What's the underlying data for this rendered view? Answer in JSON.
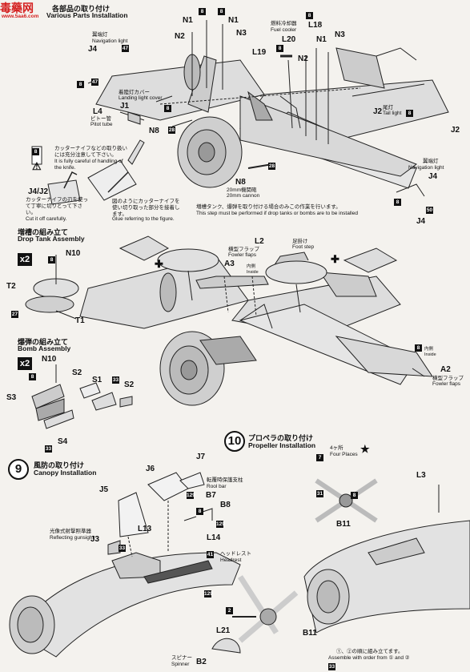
{
  "watermark": {
    "title": "毒藥网",
    "sub": "www.5aa6.com"
  },
  "section8": {
    "title_jp": "各部品の取り付け",
    "title_en": "Various Parts Installation"
  },
  "section9": {
    "number": "9",
    "title_jp": "風防の取り付け",
    "title_en": "Canopy Installation"
  },
  "section10": {
    "number": "10",
    "title_jp": "プロペラの取り付け",
    "title_en": "Propeller Installation"
  },
  "drop_tank": {
    "title_jp": "増槽の組み立て",
    "title_en": "Drop Tank Assembly",
    "qty": "x2"
  },
  "bomb": {
    "title_jp": "爆弾の組み立て",
    "title_en": "Bomb Assembly",
    "qty": "x2"
  },
  "parts": {
    "J4": "J4",
    "N1a": "N1",
    "N1b": "N1",
    "N2a": "N2",
    "N3a": "N3",
    "L18": "L18",
    "L20": "L20",
    "L19": "L19",
    "N1c": "N1",
    "N3b": "N3",
    "N2b": "N2",
    "L4": "L4",
    "J1": "J1",
    "N8a": "N8",
    "J2a": "J2",
    "J2b": "J2",
    "N8b": "N8",
    "J4b": "J4",
    "J4c": "J4",
    "J4J2": "J4/J2",
    "N10a": "N10",
    "T2": "T2",
    "T1": "T1",
    "N10b": "N10",
    "S2a": "S2",
    "S1": "S1",
    "S2b": "S2",
    "S3": "S3",
    "S4": "S4",
    "L2": "L2",
    "A3": "A3",
    "A2": "A2",
    "J5": "J5",
    "J6": "J6",
    "J7": "J7",
    "B7": "B7",
    "B8": "B8",
    "L13": "L13",
    "L14": "L14",
    "J3": "J3",
    "B11a": "B11",
    "L3": "L3",
    "L21": "L21",
    "B2": "B2",
    "B11b": "B11"
  },
  "captions": {
    "nav_light_jp": "翼端灯",
    "nav_light_en": "Navigation light",
    "fuel_cooler_jp": "燃料冷却器",
    "fuel_cooler_en": "Fuel cooler",
    "landing_cover_jp": "着陸灯カバー",
    "landing_cover_en": "Landing light cover",
    "pitot_jp": "ピトー管",
    "pitot_en": "Pitot tube",
    "tail_light_jp": "尾灯",
    "tail_light_en": "Tail light",
    "cannon_jp": "20mm機関砲",
    "cannon_en": "20mm cannon",
    "nav_light2_jp": "翼端灯",
    "nav_light2_en": "Navigation light",
    "knife_jp": "カッターナイフなどの取り扱いには充分注意して下さい。",
    "knife_en": "It is fully careful of handling of the knife.",
    "cutoff_jp": "カッターナイフの刃を使って丁寧に切りとって下さい。",
    "cutoff_en": "Cut it off carefully.",
    "glue_jp": "図のようにカッターナイフを使い切り取った部分を接着します。",
    "glue_en": "Glue referring to the figure.",
    "drop_note_jp": "増槽タンク、爆弾を取り付ける場合のみこの作業を行います。",
    "drop_note_en": "This step must be performed if drop tanks or bombs are to be installed",
    "fowler_jp": "横型フラップ",
    "fowler_en": "Fowler flaps",
    "inside_jp": "内側",
    "inside_en": "Inside",
    "footstep_jp": "足掛け",
    "footstep_en": "Foot step",
    "inside2_jp": "内側",
    "inside2_en": "Inside",
    "fowler2_jp": "横型フラップ",
    "fowler2_en": "Fowler flaps",
    "rollbar_jp": "転覆時保護支柱",
    "rollbar_en": "Rool bar",
    "gunsight_jp": "光像式射撃照準器",
    "gunsight_en": "Reflecting gunsight",
    "headrest_jp": "ヘッドレスト",
    "headrest_en": "Headrest",
    "four_jp": "4ヶ所",
    "four_en": "Four Places",
    "spinner_jp": "スピナー",
    "spinner_en": "Spinner",
    "assemble_jp": "①、②の順に組み立てます。",
    "assemble_en": "Assemble with order from ① and ②"
  },
  "numbers": {
    "n8a": "8",
    "n8b": "8",
    "n47a": "47",
    "n47b": "47",
    "n8c": "8",
    "n8d": "8",
    "n8e": "8",
    "n8f": "8",
    "n28a": "28",
    "n8g": "8",
    "n8h": "8",
    "n28b": "28",
    "n8i": "8",
    "n50": "50",
    "n27": "27",
    "n8j": "8",
    "n33a": "33",
    "n33b": "33",
    "n8k": "8",
    "n8l": "8",
    "n129a": "129",
    "n129b": "129",
    "n129c": "129",
    "n8m": "8",
    "n33c": "33",
    "n41": "41",
    "n33d": "33",
    "n7": "7",
    "n31": "31",
    "n8n": "8",
    "n2": "2"
  }
}
